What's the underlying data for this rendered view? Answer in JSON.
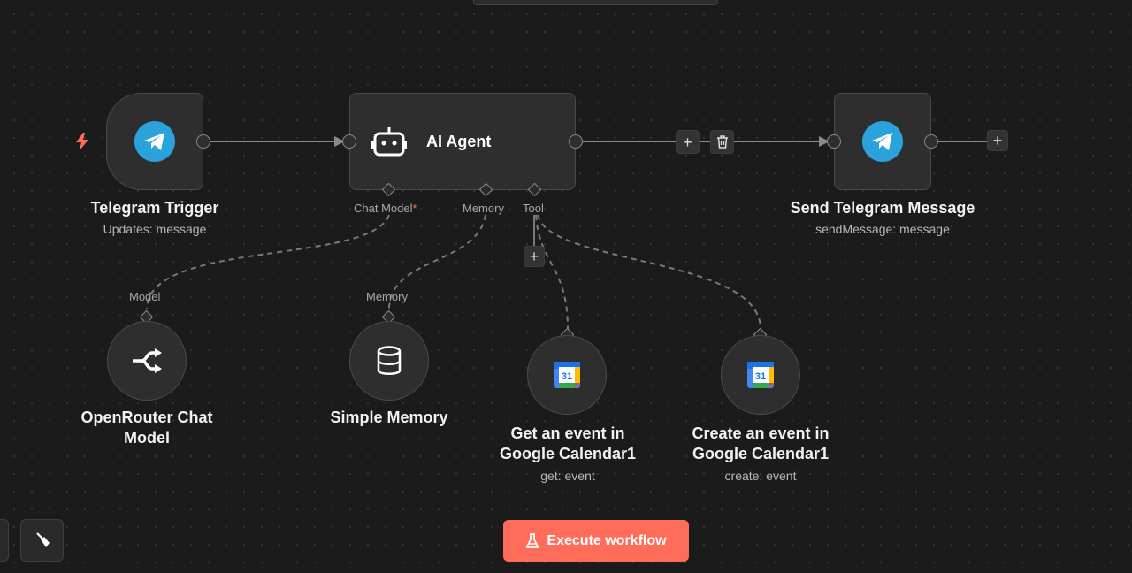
{
  "nodes": {
    "telegram_trigger": {
      "title": "Telegram Trigger",
      "subtitle": "Updates: message",
      "icon": "telegram-icon"
    },
    "ai_agent": {
      "title": "AI Agent",
      "icon": "robot-icon",
      "ports": {
        "chat_model": "Chat Model",
        "chat_model_required": "*",
        "memory": "Memory",
        "tool": "Tool"
      }
    },
    "send_telegram": {
      "title": "Send Telegram Message",
      "subtitle": "sendMessage: message",
      "icon": "telegram-icon"
    },
    "openrouter": {
      "title_line1": "OpenRouter Chat",
      "title_line2": "Model",
      "port_label": "Model",
      "icon": "openrouter-icon"
    },
    "simple_memory": {
      "title": "Simple Memory",
      "port_label": "Memory",
      "icon": "database-icon"
    },
    "get_event": {
      "title_line1": "Get an event in",
      "title_line2": "Google Calendar1",
      "subtitle": "get: event",
      "icon": "google-calendar-icon"
    },
    "create_event": {
      "title_line1": "Create an event in",
      "title_line2": "Google Calendar1",
      "subtitle": "create: event",
      "icon": "google-calendar-icon"
    }
  },
  "calendar_day": "31",
  "plus_symbol": "+",
  "execute_button": {
    "label": "Execute workflow",
    "icon": "flask-icon"
  },
  "colors": {
    "accent": "#ff6d5a",
    "telegram": "#2aa3dd",
    "canvas": "#1b1b1b",
    "node": "#2e2e2e"
  }
}
